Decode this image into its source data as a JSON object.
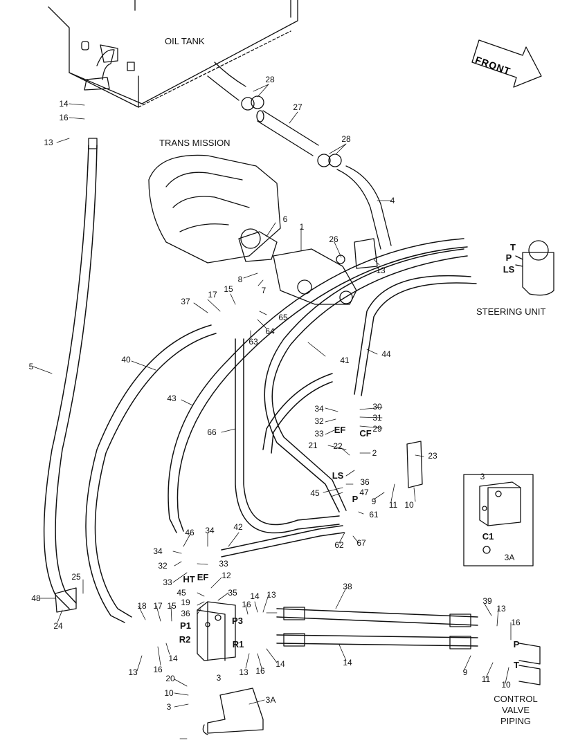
{
  "captions": {
    "oil_tank": "OIL TANK",
    "trans_mission": "TRANS MISSION",
    "steering_unit": "STEERING UNIT",
    "control_valve": [
      "CONTROL",
      "VALVE",
      "PIPING"
    ],
    "front": "FRONT"
  },
  "callouts": [
    "28",
    "27",
    "28",
    "4",
    "14",
    "16",
    "13",
    "1",
    "6",
    "26",
    "13",
    "8",
    "7",
    "15",
    "17",
    "37",
    "65",
    "64",
    "63",
    "5",
    "40",
    "41",
    "44",
    "43",
    "66",
    "34",
    "30",
    "32",
    "31",
    "33",
    "29",
    "21",
    "22",
    "23",
    "2",
    "36",
    "47",
    "45",
    "9",
    "11",
    "10",
    "61",
    "62",
    "67",
    "42",
    "46",
    "34",
    "34",
    "32",
    "33",
    "33",
    "12",
    "45",
    "35",
    "19",
    "36",
    "38",
    "25",
    "48",
    "24",
    "18",
    "17",
    "15",
    "16",
    "13",
    "14",
    "13",
    "14",
    "16",
    "14",
    "13",
    "16",
    "14",
    "39",
    "13",
    "16",
    "9",
    "11",
    "10",
    "20",
    "10",
    "3",
    "3A"
  ],
  "port_labels": [
    "T",
    "P",
    "LS",
    "EF",
    "CF",
    "LS",
    "P",
    "HT",
    "EF",
    "P1",
    "R2",
    "P3",
    "R1",
    "C1",
    "P",
    "T"
  ],
  "inset": {
    "number": "3",
    "port": "C1",
    "part": "3A"
  },
  "bottom_block": "3"
}
